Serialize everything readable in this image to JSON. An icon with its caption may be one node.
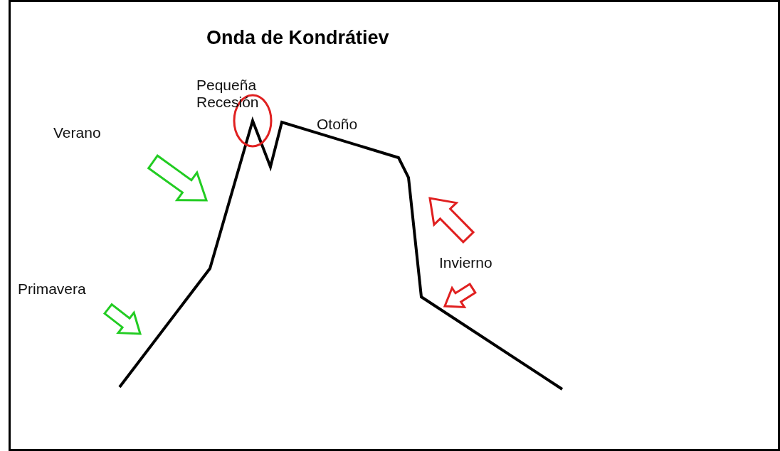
{
  "diagram": {
    "title": "Onda de Kondrátiev",
    "labels": [
      "Pequeña Recesión",
      "Verano",
      "Otoño",
      "Primavera",
      "Invierno"
    ]
  }
}
